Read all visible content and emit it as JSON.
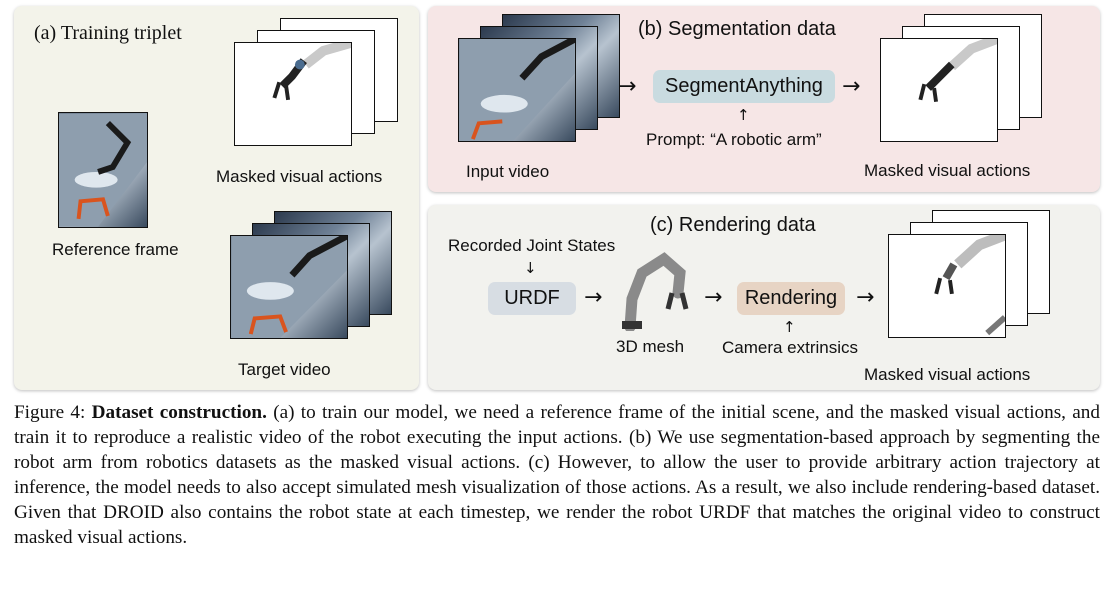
{
  "panel_a": {
    "title": "(a) Training triplet",
    "reference_label": "Reference frame",
    "masked_label": "Masked visual actions",
    "target_label": "Target video"
  },
  "panel_b": {
    "title": "(b) Segmentation data",
    "input_label": "Input video",
    "model_label": "SegmentAnything",
    "prompt_label": "Prompt: “A robotic arm”",
    "output_label": "Masked visual actions"
  },
  "panel_c": {
    "title": "(c) Rendering data",
    "joint_states_label": "Recorded Joint States",
    "urdf_label": "URDF",
    "mesh_label": "3D mesh",
    "rendering_label": "Rendering",
    "camera_label": "Camera extrinsics",
    "output_label": "Masked visual actions"
  },
  "symbols": {
    "right_arrow": "→",
    "up_arrow": "↑",
    "down_arrow": "↓"
  },
  "caption": {
    "prefix": "Figure 4:",
    "bold": "Dataset construction.",
    "text": "(a) to train our model, we need a reference frame of the initial scene, and the masked visual actions, and train it to reproduce a realistic video of the robot executing the input actions. (b) We use segmentation-based approach by segmenting the robot arm from robotics datasets as the masked visual actions. (c) However, to allow the user to provide arbitrary action trajectory at inference, the model needs to also accept simulated mesh visualization of those actions. As a result, we also include rendering-based dataset. Given that DROID also contains the robot state at each timestep, we render the robot URDF that matches the original video to construct masked visual actions."
  },
  "colors": {
    "panel_a_bg": "#f3f3ea",
    "panel_b_bg": "#f6e6e6",
    "panel_c_bg": "#f2f2ee",
    "segment_chip": "#c9dbe0",
    "urdf_chip": "#d7dde3",
    "rendering_chip": "#e7d4c4"
  }
}
